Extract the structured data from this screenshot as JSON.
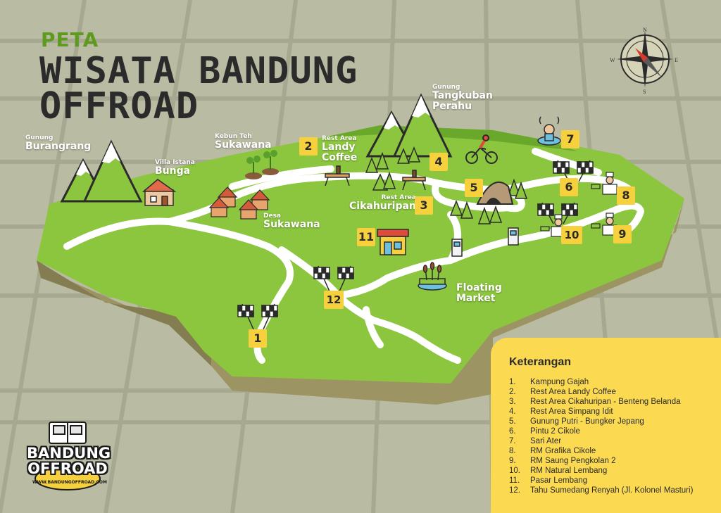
{
  "header": {
    "small_title": "PETA",
    "title_line1": "WISATA BANDUNG",
    "title_line2": "OFFROAD"
  },
  "places": {
    "burangrang": {
      "small": "Gunung",
      "big": "Burangrang"
    },
    "villa": {
      "small": "Villa Istana",
      "big": "Bunga"
    },
    "kebun": {
      "small": "Kebun Teh",
      "big": "Sukawana"
    },
    "desa": {
      "small": "Desa",
      "big": "Sukawana"
    },
    "landy": {
      "small": "Rest Area",
      "big1": "Landy",
      "big2": "Coffee"
    },
    "tangkuban": {
      "small": "Gunung",
      "big1": "Tangkuban",
      "big2": "Perahu"
    },
    "cikahuripan": {
      "small": "Rest Area",
      "big": "Cikahuripan"
    },
    "floating": {
      "big1": "Floating",
      "big2": "Market"
    }
  },
  "markers": [
    "1",
    "2",
    "3",
    "4",
    "5",
    "6",
    "7",
    "8",
    "9",
    "10",
    "11",
    "12"
  ],
  "compass": {
    "n": "N",
    "e": "E",
    "s": "S",
    "w": "W"
  },
  "legend": {
    "title": "Keterangan",
    "items": [
      {
        "n": "1.",
        "label": "Kampung Gajah"
      },
      {
        "n": "2.",
        "label": "Rest Area Landy Coffee"
      },
      {
        "n": "3.",
        "label": "Rest Area Cikahuripan - Benteng Belanda"
      },
      {
        "n": "4.",
        "label": "Rest Area Simpang Idit"
      },
      {
        "n": "5.",
        "label": "Gunung Putri - Bungker Jepang"
      },
      {
        "n": "6.",
        "label": "Pintu 2 Cikole"
      },
      {
        "n": "7.",
        "label": "Sari Ater"
      },
      {
        "n": "8.",
        "label": "RM Grafika Cikole"
      },
      {
        "n": "9.",
        "label": "RM Saung Pengkolan 2"
      },
      {
        "n": "10.",
        "label": "RM Natural Lembang"
      },
      {
        "n": "11.",
        "label": "Pasar Lembang"
      },
      {
        "n": "12.",
        "label": "Tahu Sumedang Renyah (Jl. Kolonel Masturi)"
      }
    ]
  },
  "logo": {
    "line1": "BANDUNG",
    "line2": "OFFROAD",
    "url": "WWW.BANDUNGOFFROAD.COM"
  },
  "colors": {
    "grass": "#8cc63f",
    "grass_dark": "#6aa82c",
    "earth": "#9c9463",
    "road": "#ffffff",
    "accent": "#f6d13d",
    "title_green": "#5d9a1f"
  }
}
